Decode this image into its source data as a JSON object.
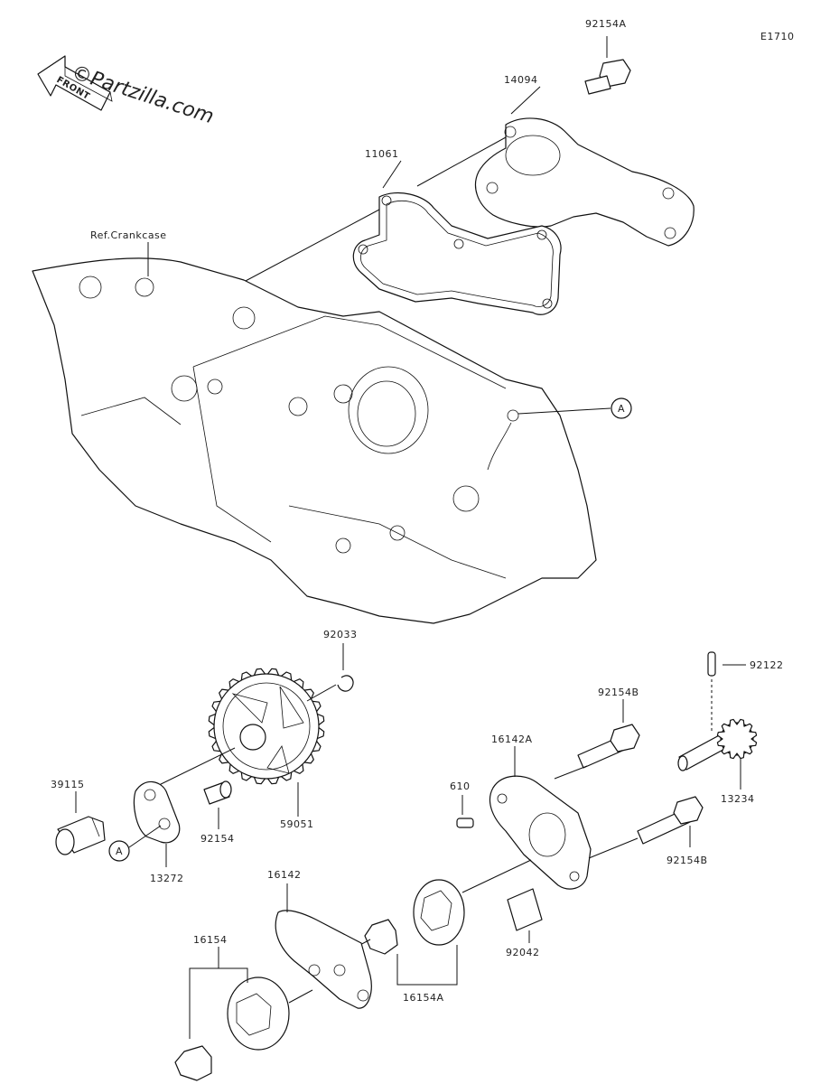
{
  "diagram_code": "E1710",
  "watermark": "©Partzilla.com",
  "front_arrow_text": "FRONT",
  "crankcase_ref": "Ref.Crankcase",
  "callout_a": "A",
  "labels": {
    "p92154A": "92154A",
    "p14094": "14094",
    "p11061": "11061",
    "p92033": "92033",
    "p92122": "92122",
    "p92154B_top": "92154B",
    "p16142A": "16142A",
    "p610": "610",
    "p13234": "13234",
    "p39115": "39115",
    "p59051": "59051",
    "p92154": "92154",
    "p13272": "13272",
    "p92154B_bot": "92154B",
    "p16142": "16142",
    "p16154": "16154",
    "p92042": "92042",
    "p16154A": "16154A"
  }
}
